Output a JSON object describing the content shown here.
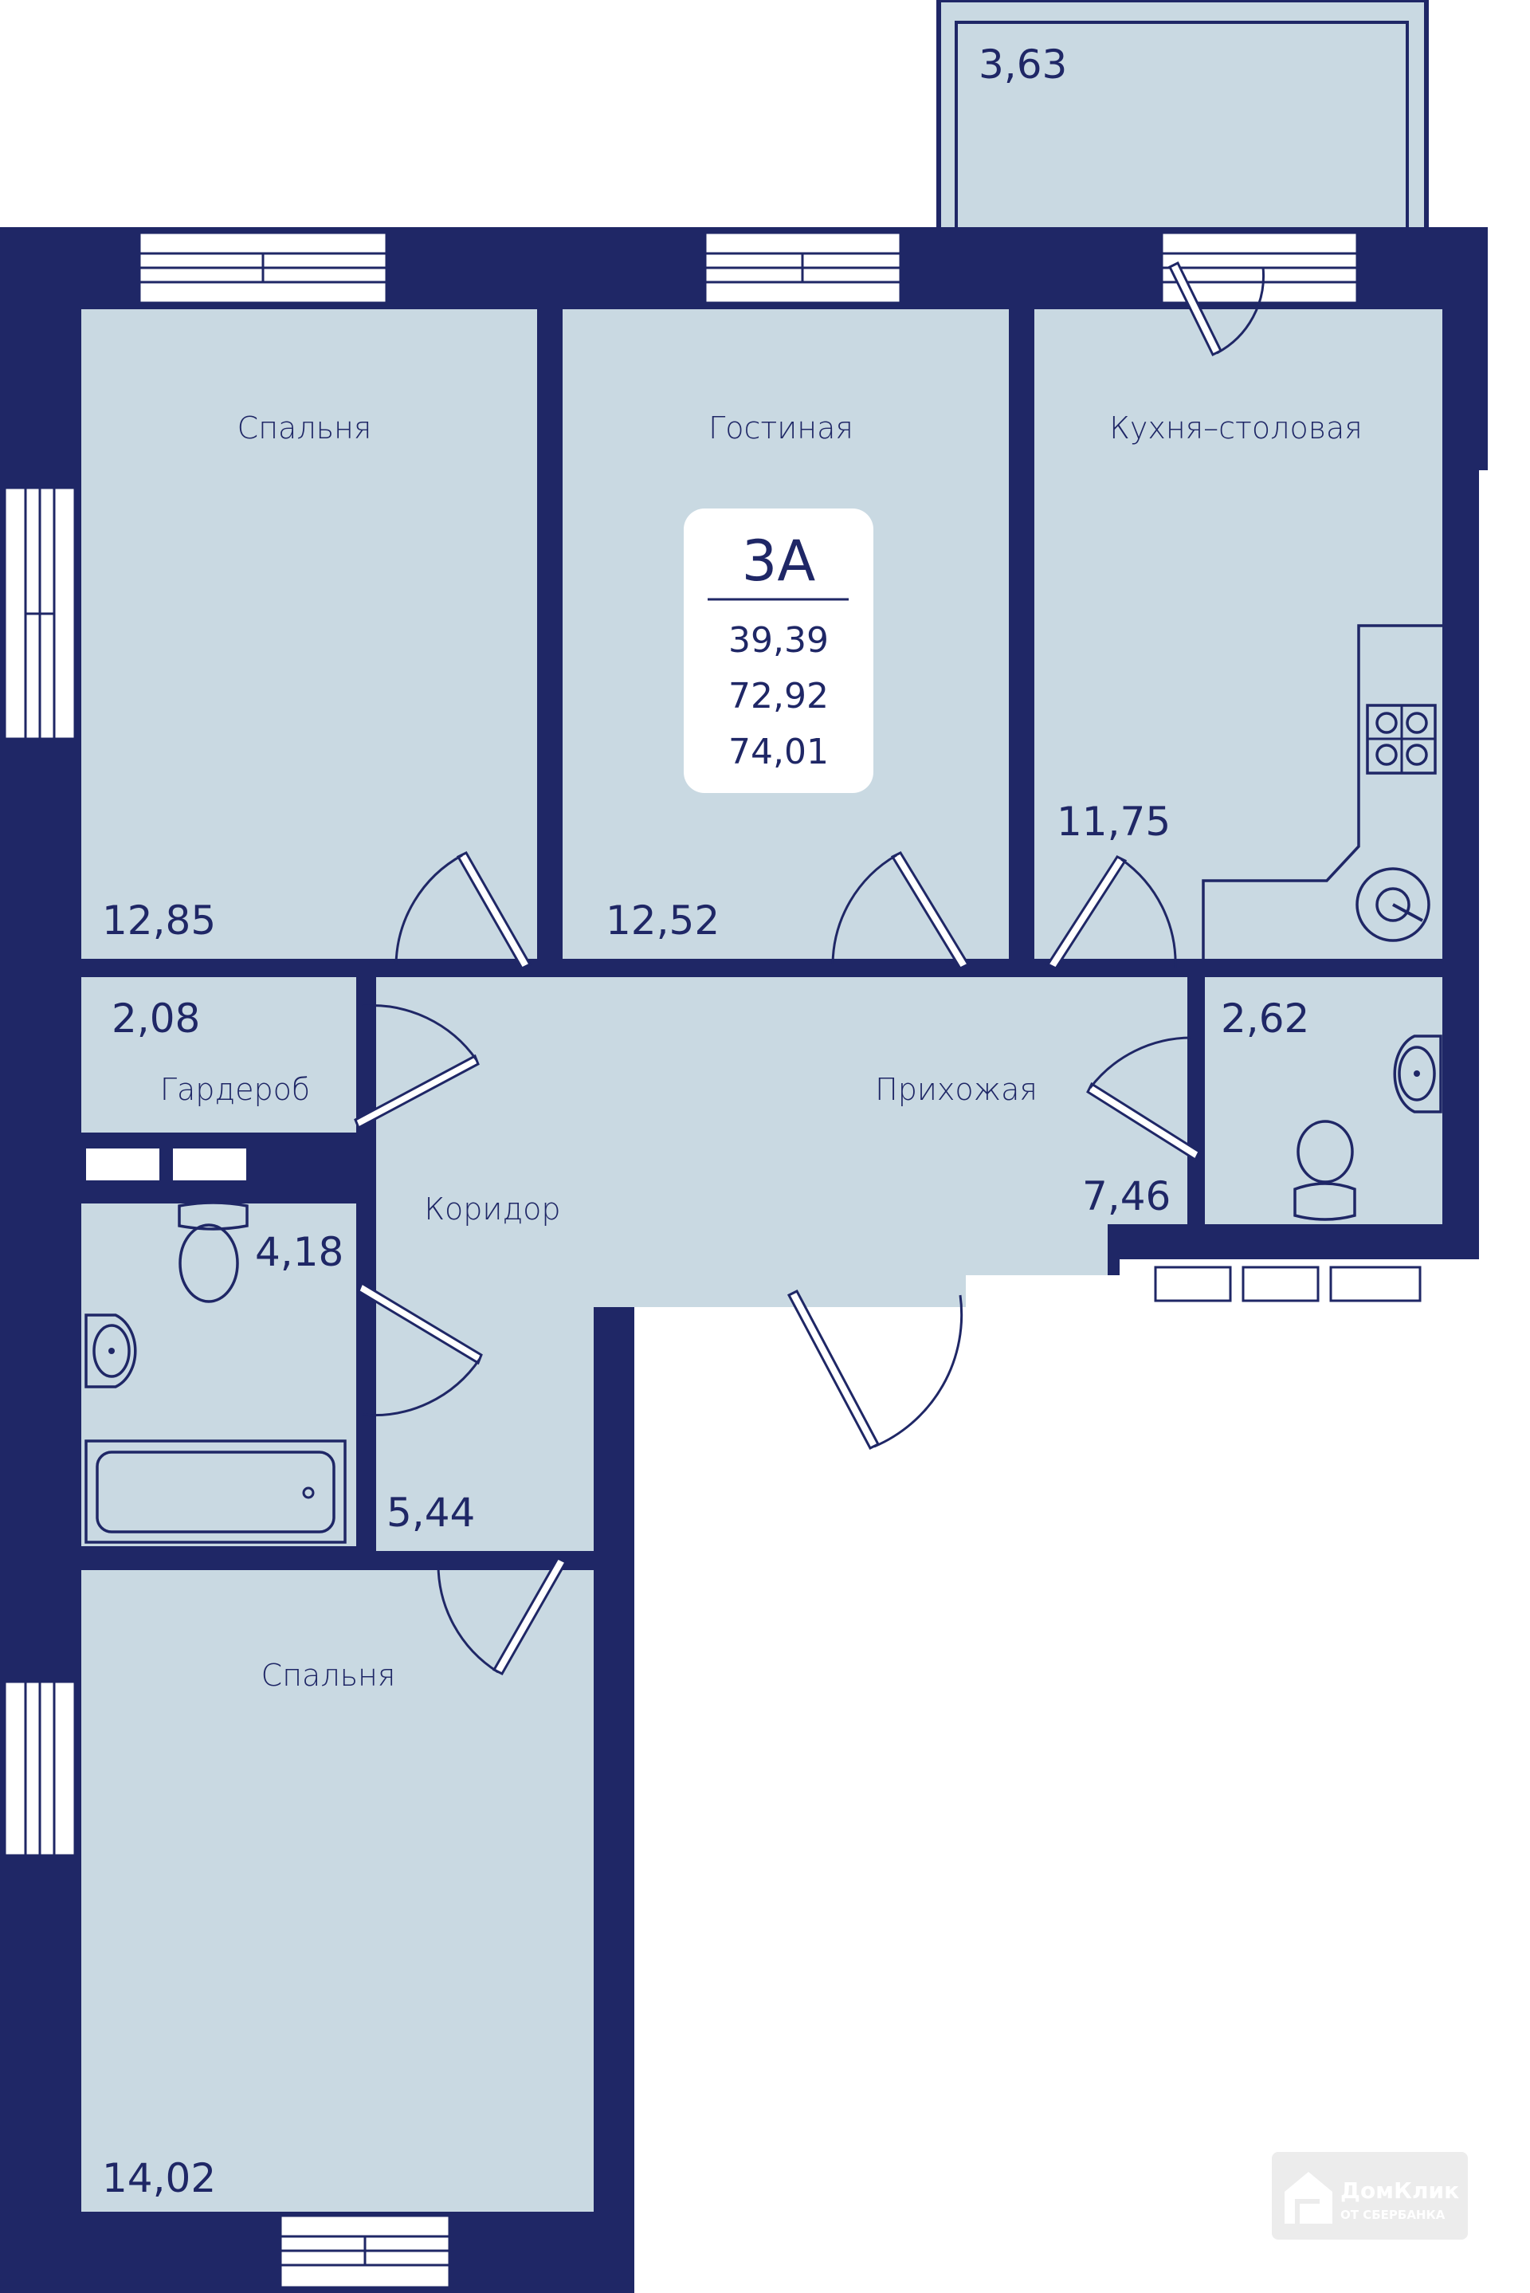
{
  "colors": {
    "wall": "#1f2766",
    "floor": "#c9d9e2",
    "badge_bg": "#ffffff",
    "logo_bg": "#ededed"
  },
  "badge": {
    "type": "3А",
    "living_area": "39,39",
    "total_area": "72,92",
    "total_area_with_balcony": "74,01"
  },
  "rooms": {
    "balcony": {
      "area": "3,63"
    },
    "bedroom_1": {
      "name": "Спальня",
      "area": "12,85"
    },
    "living_room": {
      "name": "Гостиная",
      "area": "12,52"
    },
    "kitchen": {
      "name": "Кухня–столовая",
      "area": "11,75"
    },
    "wardrobe": {
      "name": "Гардероб",
      "area": "2,08"
    },
    "hallway": {
      "name": "Прихожая",
      "area": "7,46"
    },
    "toilet": {
      "area": "2,62"
    },
    "corridor": {
      "name": "Коридор"
    },
    "bathroom": {
      "area": "4,18"
    },
    "corridor_small": {
      "area": "5,44"
    },
    "bedroom_2": {
      "name": "Спальня",
      "area": "14,02"
    }
  },
  "logo": {
    "name": "ДомКлик",
    "tagline": "ОТ СБЕРБАНКА",
    "icon": "house-icon"
  }
}
